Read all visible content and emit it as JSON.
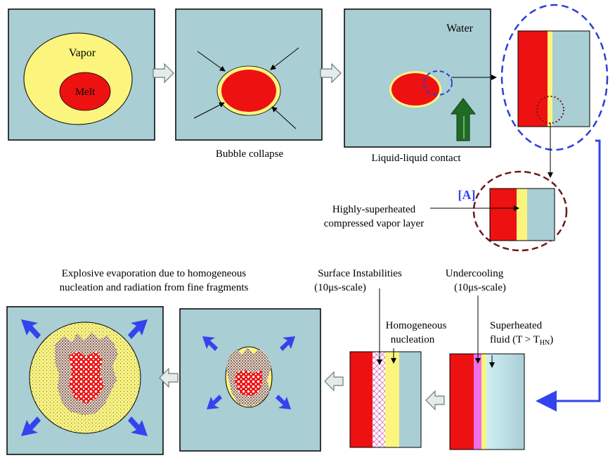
{
  "labels": {
    "vapor": "Vapor",
    "melt": "Melt",
    "water": "Water",
    "bubble_collapse": "Bubble collapse",
    "liquid_contact": "Liquid-liquid contact",
    "marker_a": "[A]",
    "vapor_layer_line1": "Highly-superheated",
    "vapor_layer_line2": "compressed vapor layer",
    "explosive_line1": "Explosive evaporation due to homogeneous",
    "explosive_line2": "nucleation and radiation from fine fragments",
    "surface_inst_line1": "Surface Instabilities",
    "surface_inst_line2": "(10μs-scale)",
    "undercooling_line1": "Undercooling",
    "undercooling_line2": "(10μs-scale)",
    "homog_line1": "Homogeneous",
    "homog_line2": "nucleation",
    "superheated_line1": "Superheated",
    "superheated_line2_pre": "fluid (T > T",
    "superheated_sub": "HN",
    "superheated_close": ")"
  },
  "colors": {
    "water": "#a9ced4",
    "vapor": "#fbf57e",
    "melt": "#ee1111",
    "blue_arrow": "#3344ee",
    "dashed_blue": "#2a3fd8",
    "dashed_brown": "#6b1a1a",
    "green_arrow": "#1f6b24",
    "pink": "#f06ee6",
    "light_blue_fluid": "#c8eef2"
  },
  "icons": {
    "flow_arrow": "hollow-right-arrow",
    "flow_arrow_left": "hollow-left-arrow",
    "expansion": "blue-double-arrow",
    "flow": "green-up-arrow"
  }
}
